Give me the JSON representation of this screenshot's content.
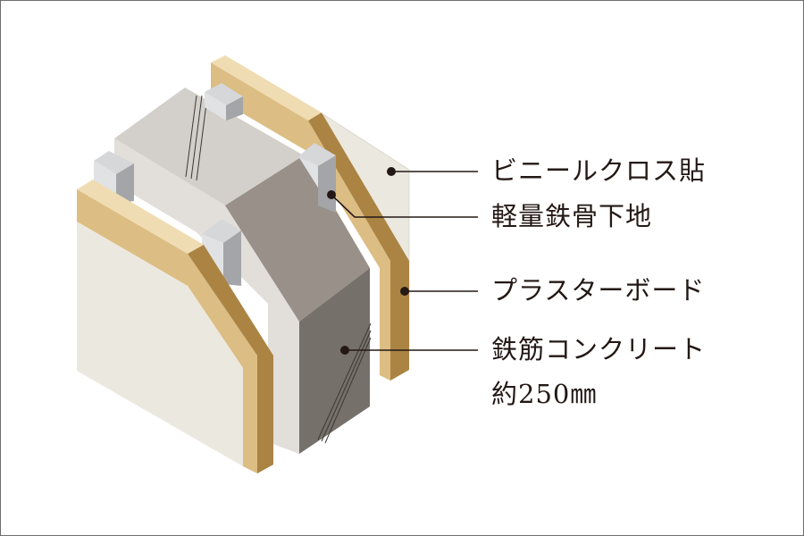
{
  "diagram": {
    "type": "wall-cross-section",
    "colors": {
      "wallpaper": "#ebe8df",
      "board_face": "#dcbd83",
      "board_edge": "#ab8443",
      "concrete_top": "#d3d0cb",
      "concrete_side_light": "#e2dfdb",
      "concrete_front": "#999089",
      "concrete_dark": "#76706b",
      "stud_light": "#e1e2e4",
      "stud_dark": "#a4a5a8",
      "leader": "#231815"
    },
    "callouts": [
      {
        "id": "vinyl-cloth",
        "label": "ビニールクロス貼"
      },
      {
        "id": "light-steel-frame",
        "label": "軽量鉄骨下地"
      },
      {
        "id": "plaster-board",
        "label": "プラスターボード"
      },
      {
        "id": "reinforced-concrete",
        "label": "鉄筋コンクリート",
        "sub": "約250㎜"
      }
    ]
  }
}
